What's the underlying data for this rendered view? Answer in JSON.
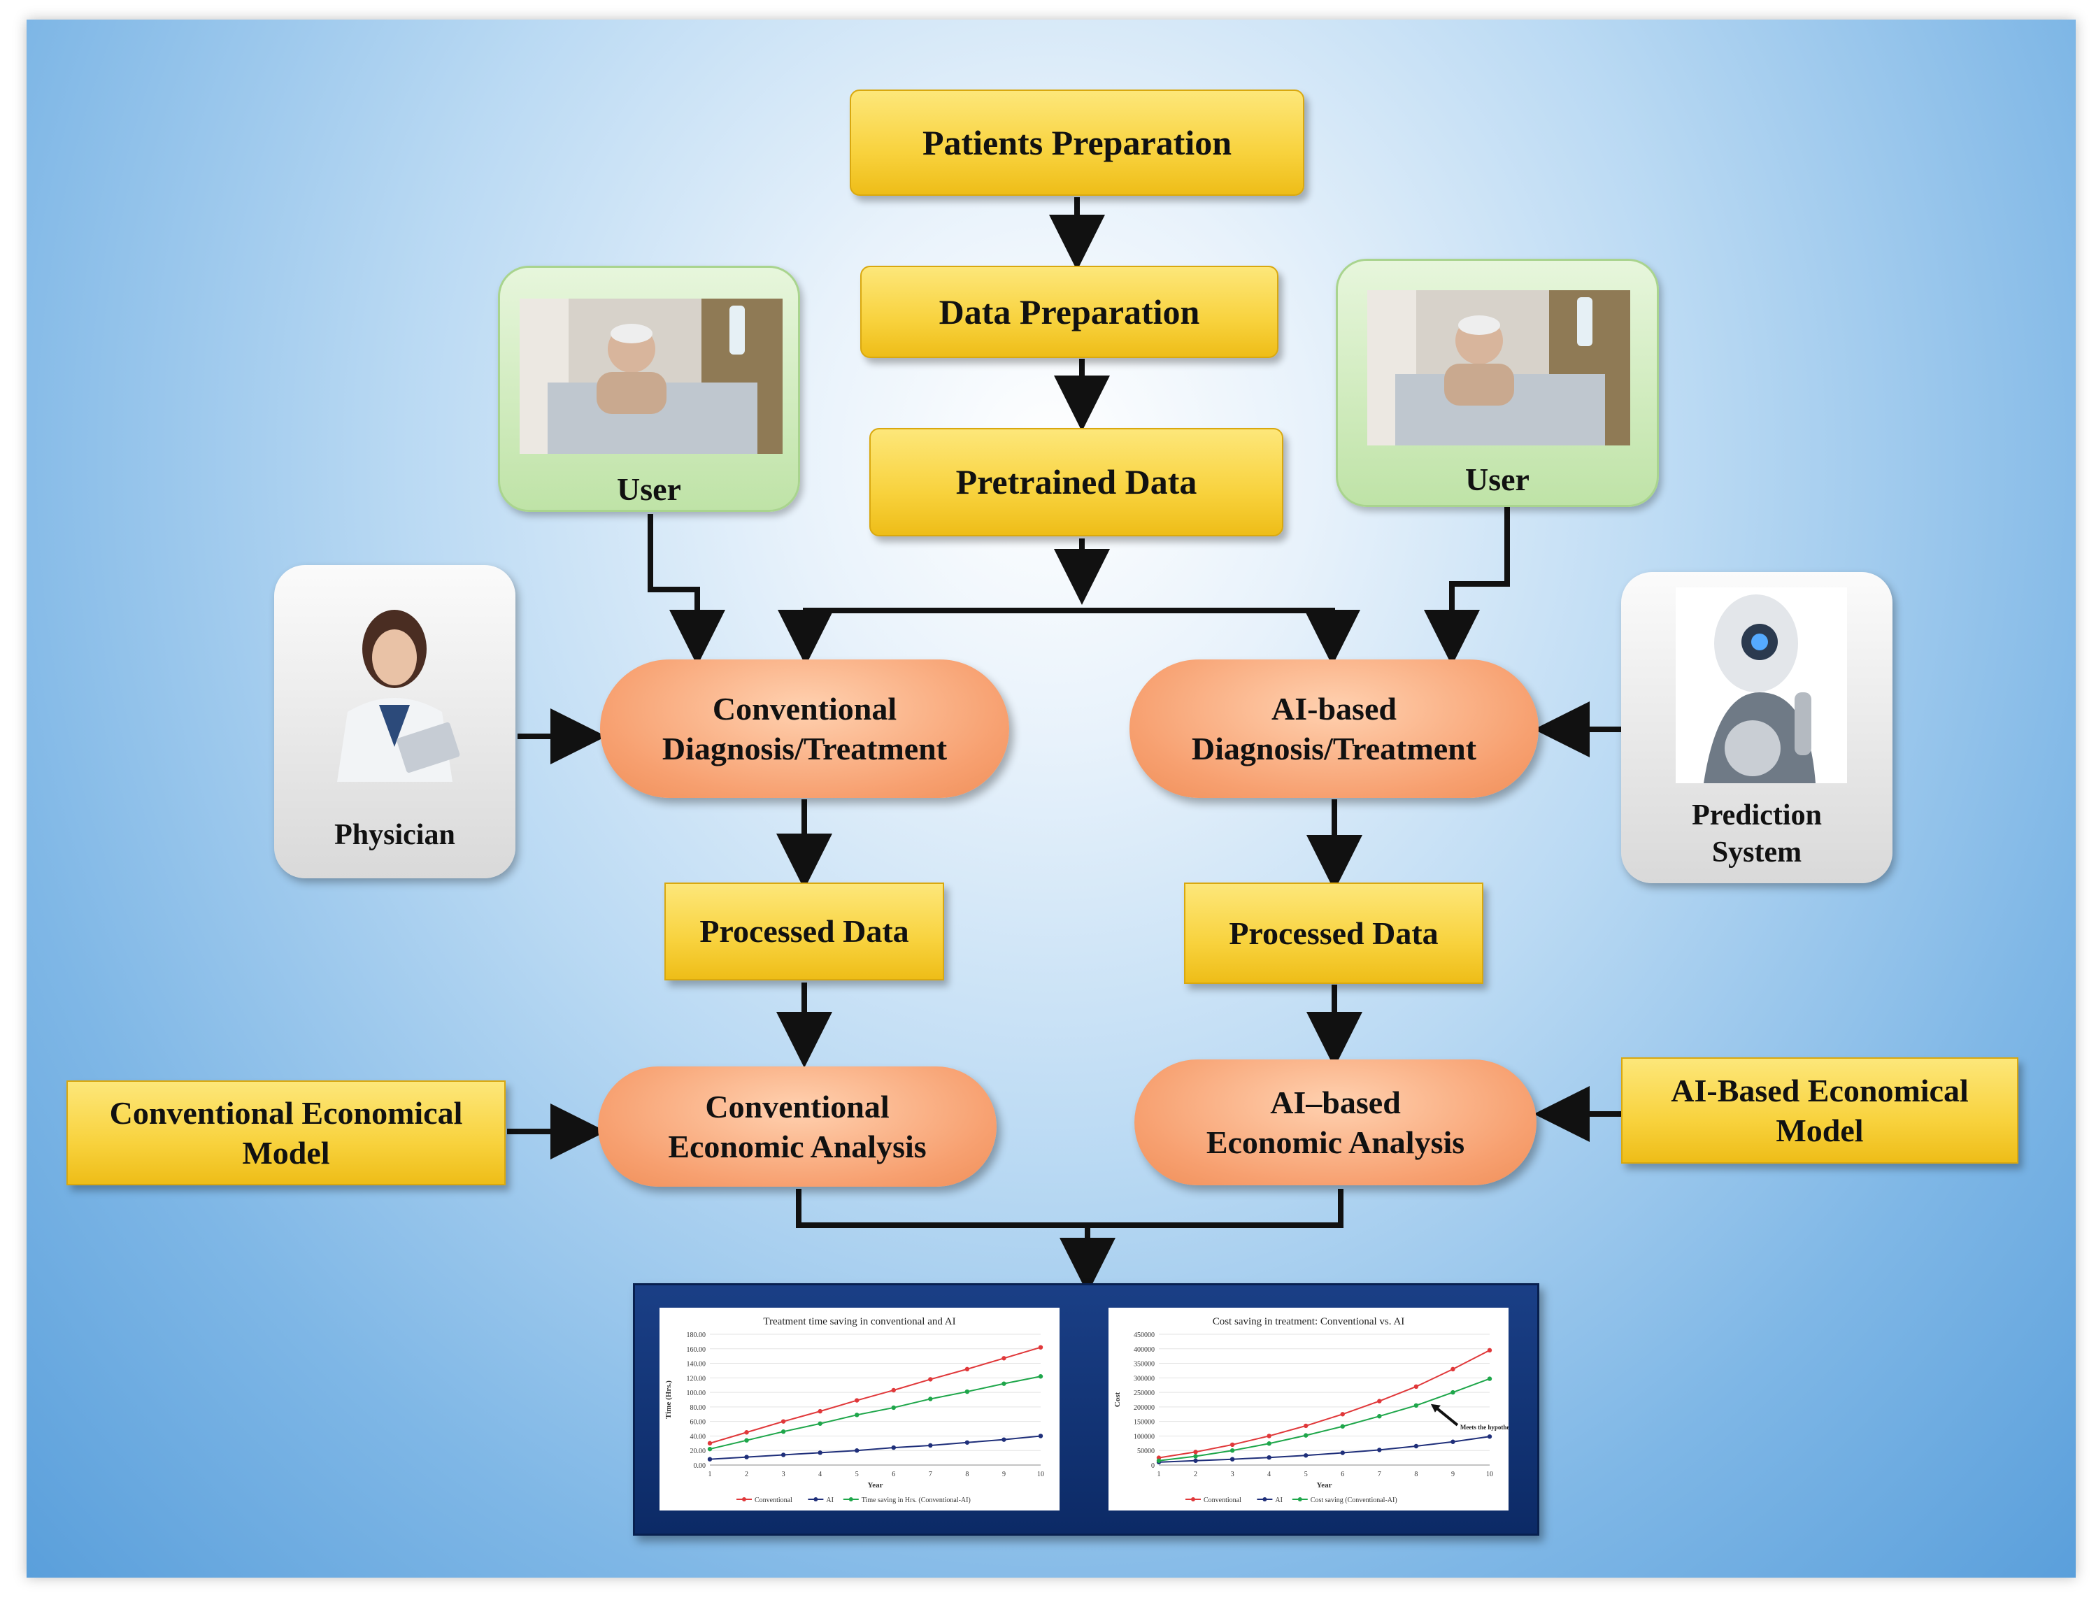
{
  "colors": {
    "panel_blue": "#7fb7e6",
    "yellow_box": "#f8d23d",
    "orange_pill": "#f7a070",
    "green_card": "#bfe3a7",
    "arrow": "#111111"
  },
  "nodes": {
    "patients_preparation": "Patients  Preparation",
    "data_preparation": "Data Preparation",
    "pretrained_data": "Pretrained  Data",
    "user_left": "User",
    "user_right": "User",
    "physician": "Physician",
    "prediction_system": [
      "Prediction",
      "System"
    ],
    "conventional_diagnosis": [
      "Conventional",
      "Diagnosis/Treatment"
    ],
    "ai_diagnosis": [
      "AI-based",
      "Diagnosis/Treatment"
    ],
    "processed_data_left": "Processed Data",
    "processed_data_right": "Processed Data",
    "conventional_economic_model": [
      "Conventional  Economical",
      "Model"
    ],
    "ai_economic_model": [
      "AI-Based Economical",
      "Model"
    ],
    "conventional_economic_analysis": [
      "Conventional",
      "Economic Analysis"
    ],
    "ai_economic_analysis": [
      "AI–based",
      "Economic Analysis"
    ]
  },
  "icons": {
    "user_photo": "patient-in-bed-photo",
    "physician_photo": "doctor-photo",
    "prediction_photo": "robot-photo"
  },
  "chart_data": [
    {
      "type": "line",
      "title": "Treatment time saving in conventional and AI",
      "xlabel": "Year",
      "ylabel": "Time (Hrs.)",
      "x": [
        1,
        2,
        3,
        4,
        5,
        6,
        7,
        8,
        9,
        10
      ],
      "ylim": [
        0,
        180
      ],
      "yticks": [
        "0.00",
        "20.00",
        "40.00",
        "60.00",
        "80.00",
        "100.00",
        "120.00",
        "140.00",
        "160.00",
        "180.00"
      ],
      "series": [
        {
          "name": "Conventional",
          "color": "#e0383a",
          "values": [
            30,
            45,
            60,
            74,
            89,
            103,
            118,
            132,
            147,
            162
          ]
        },
        {
          "name": "AI",
          "color": "#1f2f7a",
          "values": [
            8,
            11,
            14,
            17,
            20,
            24,
            27,
            31,
            35,
            40
          ]
        },
        {
          "name": "Time saving in Hrs. (Conventional-AI)",
          "color": "#1ea64a",
          "values": [
            22,
            34,
            46,
            57,
            69,
            79,
            91,
            101,
            112,
            122
          ]
        }
      ],
      "legend": "bottom"
    },
    {
      "type": "line",
      "title": "Cost saving in treatment: Conventional vs. AI",
      "xlabel": "Year",
      "ylabel": "Cost",
      "x": [
        1,
        2,
        3,
        4,
        5,
        6,
        7,
        8,
        9,
        10
      ],
      "ylim": [
        0,
        450000
      ],
      "yticks": [
        "0",
        "50000",
        "100000",
        "150000",
        "200000",
        "250000",
        "300000",
        "350000",
        "400000",
        "450000"
      ],
      "series": [
        {
          "name": "Conventional",
          "color": "#e0383a",
          "values": [
            25000,
            45000,
            70000,
            100000,
            135000,
            175000,
            220000,
            270000,
            330000,
            395000
          ]
        },
        {
          "name": "AI",
          "color": "#1f2f7a",
          "values": [
            10000,
            15000,
            20000,
            26000,
            33000,
            42000,
            52000,
            65000,
            80000,
            98000
          ]
        },
        {
          "name": "Cost saving (Conventional-AI)",
          "color": "#1ea64a",
          "values": [
            15000,
            30000,
            50000,
            74000,
            102000,
            133000,
            168000,
            205000,
            250000,
            297000
          ]
        }
      ],
      "annotation": "Meets the hypothesis",
      "legend": "bottom"
    }
  ]
}
